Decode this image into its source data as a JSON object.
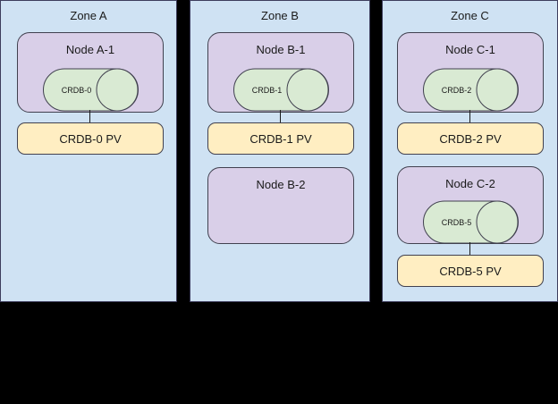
{
  "diagram": {
    "background_color": "#000000",
    "zone_fill": "#cfe2f3",
    "node_fill": "#d9cfe8",
    "pv_fill": "#ffeec2",
    "db_fill": "#d9ead3",
    "stroke": "#41414f",
    "zones": [
      {
        "id": "zone-a",
        "title": "Zone A",
        "nodes": [
          {
            "id": "node-a-1",
            "title": "Node A-1",
            "database": {
              "label": "CRDB-0"
            },
            "pv": {
              "label": "CRDB-0 PV"
            }
          }
        ]
      },
      {
        "id": "zone-b",
        "title": "Zone B",
        "nodes": [
          {
            "id": "node-b-1",
            "title": "Node B-1",
            "database": {
              "label": "CRDB-1"
            },
            "pv": {
              "label": "CRDB-1 PV"
            }
          },
          {
            "id": "node-b-2",
            "title": "Node B-2",
            "database": null,
            "pv": null
          }
        ]
      },
      {
        "id": "zone-c",
        "title": "Zone C",
        "nodes": [
          {
            "id": "node-c-1",
            "title": "Node C-1",
            "database": {
              "label": "CRDB-2"
            },
            "pv": {
              "label": "CRDB-2 PV"
            }
          },
          {
            "id": "node-c-2",
            "title": "Node C-2",
            "database": {
              "label": "CRDB-5"
            },
            "pv": {
              "label": "CRDB-5 PV"
            }
          }
        ]
      }
    ]
  }
}
